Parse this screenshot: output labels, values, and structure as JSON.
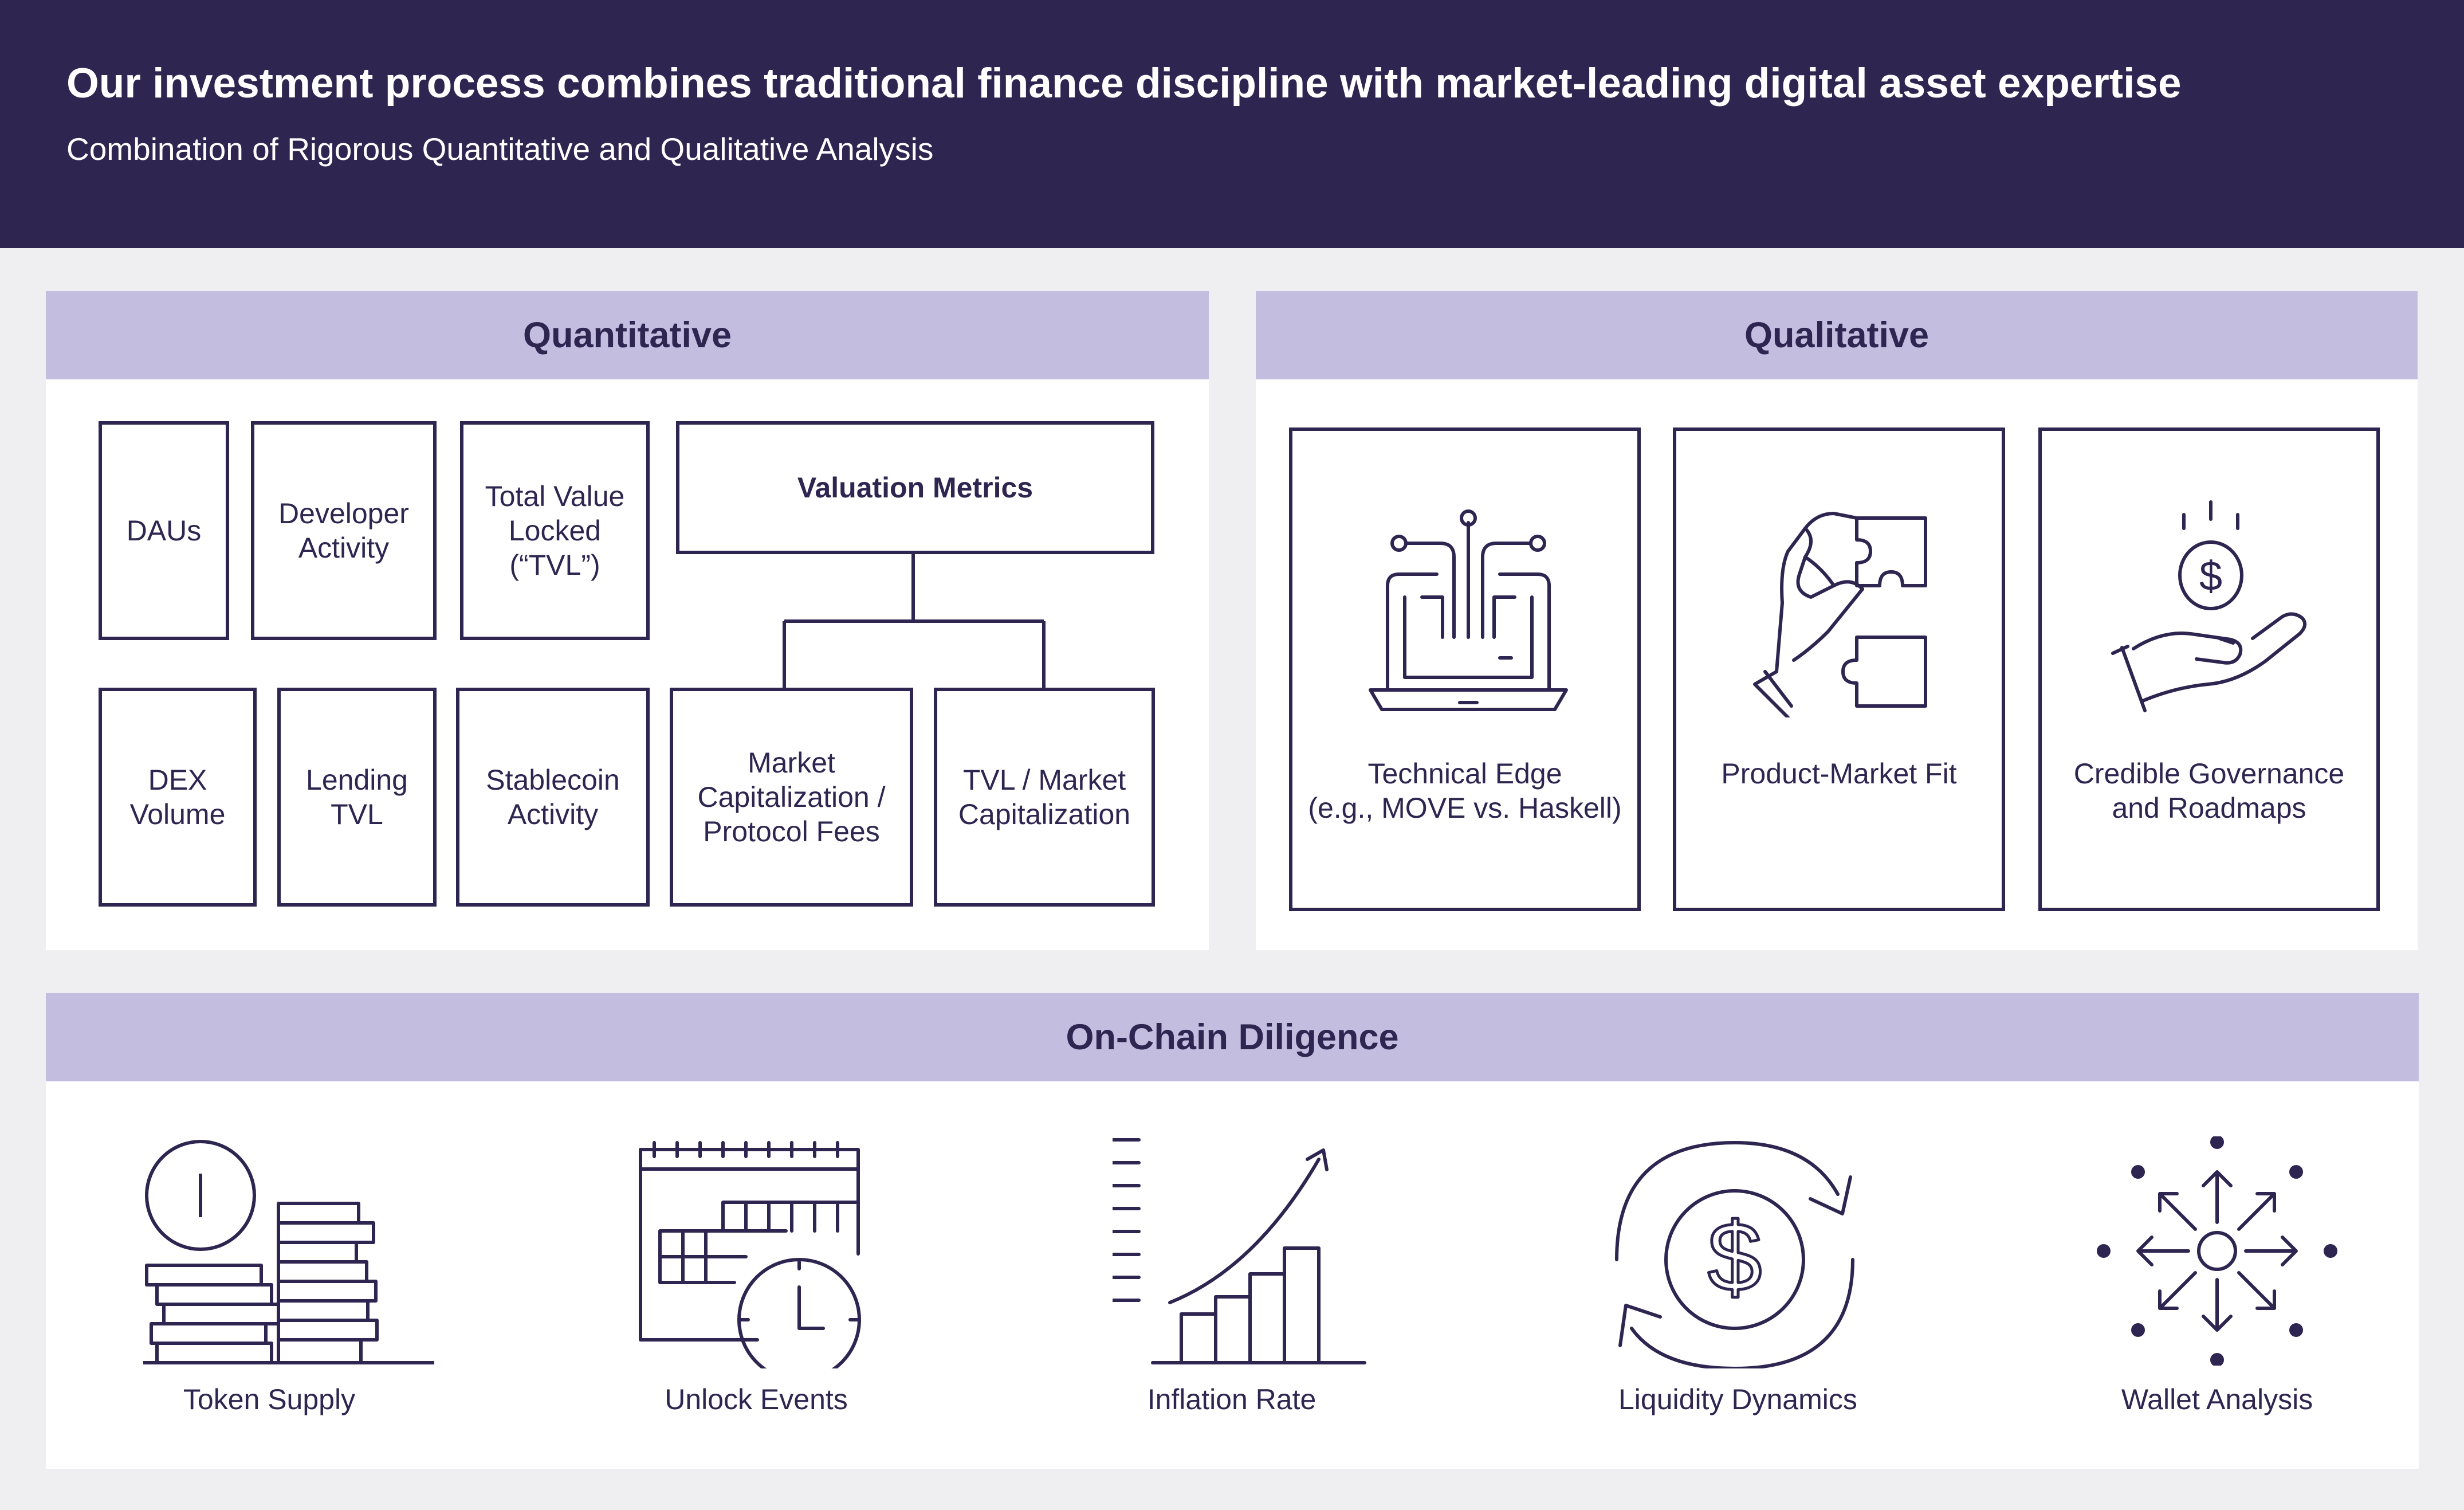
{
  "header": {
    "title": "Our investment process combines traditional finance discipline with market-leading digital asset expertise",
    "subtitle": "Combination of Rigorous Quantitative and Qualitative Analysis"
  },
  "quantitative": {
    "heading": "Quantitative",
    "dau": "DAUs",
    "developer": "Developer\nActivity",
    "tvl": "Total Value\nLocked\n(“TVL”)",
    "valuation": "Valuation Metrics",
    "dex": "DEX\nVolume",
    "lending": "Lending\nTVL",
    "stablecoin": "Stablecoin\nActivity",
    "market_cap_fees": "Market\nCapitalization /\nProtocol Fees",
    "tvl_market_cap": "TVL / Market\nCapitalization"
  },
  "qualitative": {
    "heading": "Qualitative",
    "technical": "Technical Edge\n(e.g., MOVE vs. Haskell)",
    "pmf": "Product-Market Fit",
    "governance": "Credible Governance\nand Roadmaps"
  },
  "onchain": {
    "heading": "On-Chain Diligence",
    "token_supply": "Token Supply",
    "unlock_events": "Unlock Events",
    "inflation_rate": "Inflation Rate",
    "liquidity": "Liquidity Dynamics",
    "wallet": "Wallet Analysis"
  },
  "colors": {
    "navy": "#2e2550",
    "lavender": "#c3bee0",
    "background": "#efeff1"
  },
  "icons": [
    "laptop-circuit-icon",
    "hand-puzzle-icon",
    "hand-coin-icon",
    "coin-stack-icon",
    "calendar-clock-icon",
    "growth-chart-icon",
    "dollar-cycle-icon",
    "wallet-network-icon"
  ]
}
